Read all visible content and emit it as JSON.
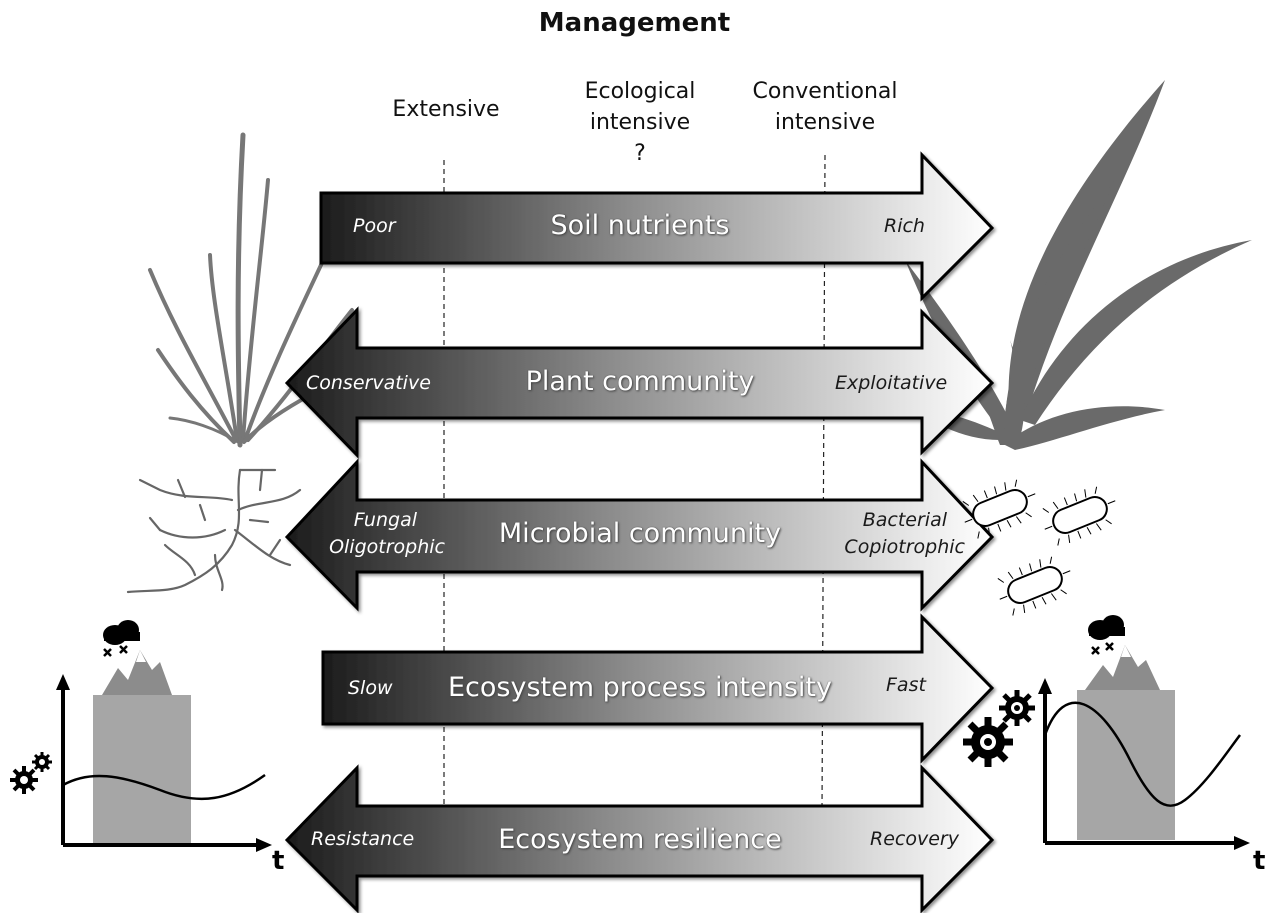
{
  "title": "Management",
  "management_levels": [
    {
      "lines": [
        "Extensive"
      ]
    },
    {
      "lines": [
        "Ecological",
        "intensive",
        "?"
      ]
    },
    {
      "lines": [
        "Conventional",
        "intensive"
      ]
    }
  ],
  "gradients": [
    {
      "label": "Soil nutrients",
      "left": [
        "Poor"
      ],
      "right": [
        "Rich"
      ],
      "direction": "right"
    },
    {
      "label": "Plant community",
      "left": [
        "Conservative"
      ],
      "right": [
        "Exploitative"
      ],
      "direction": "both"
    },
    {
      "label": "Microbial community",
      "left": [
        "Fungal",
        "Oligotrophic"
      ],
      "right": [
        "Bacterial",
        "Copiotrophic"
      ],
      "direction": "both"
    },
    {
      "label": "Ecosystem process intensity",
      "left": [
        "Slow"
      ],
      "right": [
        "Fast"
      ],
      "direction": "right"
    },
    {
      "label": "Ecosystem resilience",
      "left": [
        "Resistance"
      ],
      "right": [
        "Recovery"
      ],
      "direction": "both"
    }
  ],
  "time_axis_label": "t",
  "colors": {
    "arrow_dark": "#1c1c1c",
    "arrow_light": "#ffffff",
    "plant_gray": "#777777",
    "disturbance_bar": "#a6a6a6"
  },
  "icons": [
    "grass-icon",
    "broadleaf-plant-icon",
    "fungal-hyphae-icon",
    "bacteria-icon",
    "gears-icon",
    "storm-cloud-icon",
    "mountain-icon"
  ]
}
